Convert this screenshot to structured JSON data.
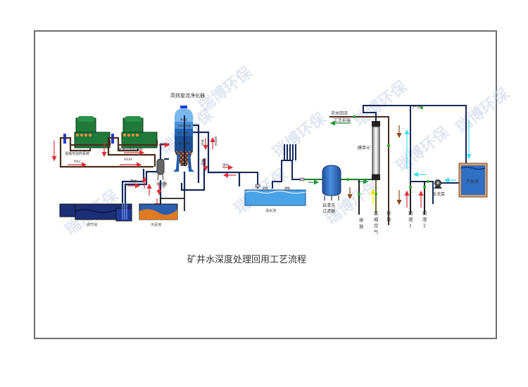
{
  "title": "矿井水深度处理回用工艺流程",
  "watermark": "瑞博环保",
  "colors": {
    "pipe_blue": "#14285a",
    "pipe_brown": "#4a2c1c",
    "pipe_dark": "#222222",
    "tank_blue": "#2f6fc4",
    "light_water": "#49a3e6",
    "arrow_red": "#e0303a",
    "arrow_cyan": "#3fe0f0",
    "arrow_green": "#1e9a3c",
    "arrow_brown": "#8a4a1a",
    "arrow_yellow": "#f2e200",
    "sludge_orange": "#e07a20",
    "valve_green": "#22aa22",
    "dosing_green": "#1f7a3a"
  },
  "equipment": {
    "dosing1": "混凝剂加药系统",
    "dosing2": "絮凝剂加药系统",
    "purifier": "高效旋流净化器",
    "purifier_zones": [
      "清水区",
      "动态过滤器",
      "重力沉淀区",
      "离心分离区"
    ],
    "mixer": "混合器",
    "regulating_pond": "调节池",
    "sludge_pond": "污泥池",
    "clear_pond": "清水池",
    "self_cleaning_filter": [
      "自清洗",
      "过滤器"
    ],
    "membrane": "膜单元",
    "product_pond": "产水池",
    "backwash_pump": "反洗泵"
  },
  "flow_labels": {
    "pac": "PAC",
    "pam": "PAM",
    "coal_water": "煤水",
    "clear_water_1": "清水",
    "backwash_water": "反洗水",
    "clear_water_2": "清水",
    "sludge_1": "污泥",
    "sludge_2": "污泥",
    "clear_water_3": "清水",
    "concentrate_return": "浓水回流",
    "process_front": "工艺前端",
    "product_water": "产水",
    "drain_1": [
      "排",
      "放"
    ],
    "compressed_air": [
      "压",
      "缩",
      "空",
      "气"
    ],
    "drain_2": [
      "排",
      "放"
    ],
    "chemical_1": [
      "药",
      "液",
      "1"
    ],
    "chemical_2": [
      "药",
      "液",
      "2"
    ]
  }
}
